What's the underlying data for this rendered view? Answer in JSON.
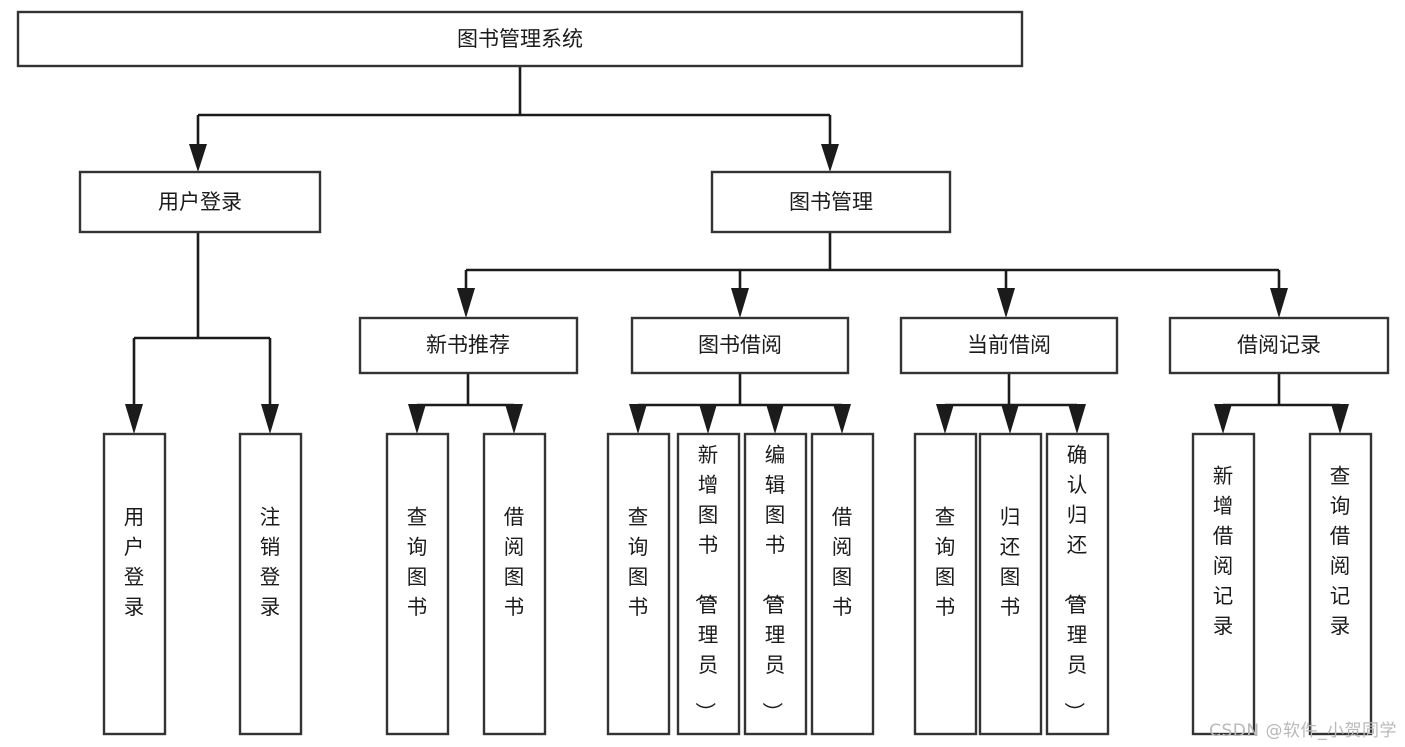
{
  "diagram": {
    "title": "图书管理系统",
    "watermark": "CSDN @软件_小贺同学",
    "type": "tree-hierarchy",
    "orientation": "top-down",
    "root": {
      "id": "root",
      "label": "图书管理系统"
    },
    "level2": [
      {
        "id": "user-login",
        "label": "用户登录"
      },
      {
        "id": "book-manage",
        "label": "图书管理"
      }
    ],
    "level3": [
      {
        "id": "new-book-recommend",
        "label": "新书推荐",
        "parent": "book-manage"
      },
      {
        "id": "book-borrow",
        "label": "图书借阅",
        "parent": "book-manage"
      },
      {
        "id": "current-borrow",
        "label": "当前借阅",
        "parent": "book-manage"
      },
      {
        "id": "borrow-record",
        "label": "借阅记录",
        "parent": "book-manage"
      }
    ],
    "leaves": [
      {
        "id": "leaf-user-login",
        "label": "用户登录",
        "parent": "user-login"
      },
      {
        "id": "leaf-logout-login",
        "label": "注销登录",
        "parent": "user-login"
      },
      {
        "id": "leaf-query-book-1",
        "label": "查询图书",
        "parent": "new-book-recommend"
      },
      {
        "id": "leaf-borrow-book-1",
        "label": "借阅图书",
        "parent": "new-book-recommend"
      },
      {
        "id": "leaf-query-book-2",
        "label": "查询图书",
        "parent": "book-borrow"
      },
      {
        "id": "leaf-add-book",
        "label": "新增图书（管理员）",
        "parent": "book-borrow"
      },
      {
        "id": "leaf-edit-book",
        "label": "编辑图书（管理员）",
        "parent": "book-borrow"
      },
      {
        "id": "leaf-borrow-book-2",
        "label": "借阅图书",
        "parent": "book-borrow"
      },
      {
        "id": "leaf-query-book-3",
        "label": "查询图书",
        "parent": "current-borrow"
      },
      {
        "id": "leaf-return-book",
        "label": "归还图书",
        "parent": "current-borrow"
      },
      {
        "id": "leaf-confirm-return",
        "label": "确认归还（管理员）",
        "parent": "current-borrow"
      },
      {
        "id": "leaf-add-record",
        "label": "新增借阅记录",
        "parent": "borrow-record"
      },
      {
        "id": "leaf-query-record",
        "label": "查询借阅记录",
        "parent": "borrow-record"
      }
    ],
    "colors": {
      "box_fill": "#ffffff",
      "box_stroke": "#333333",
      "connector": "#1b1b1b",
      "text": "#1b1b1b",
      "watermark": "#b9b9b9",
      "background": "#ffffff"
    }
  }
}
